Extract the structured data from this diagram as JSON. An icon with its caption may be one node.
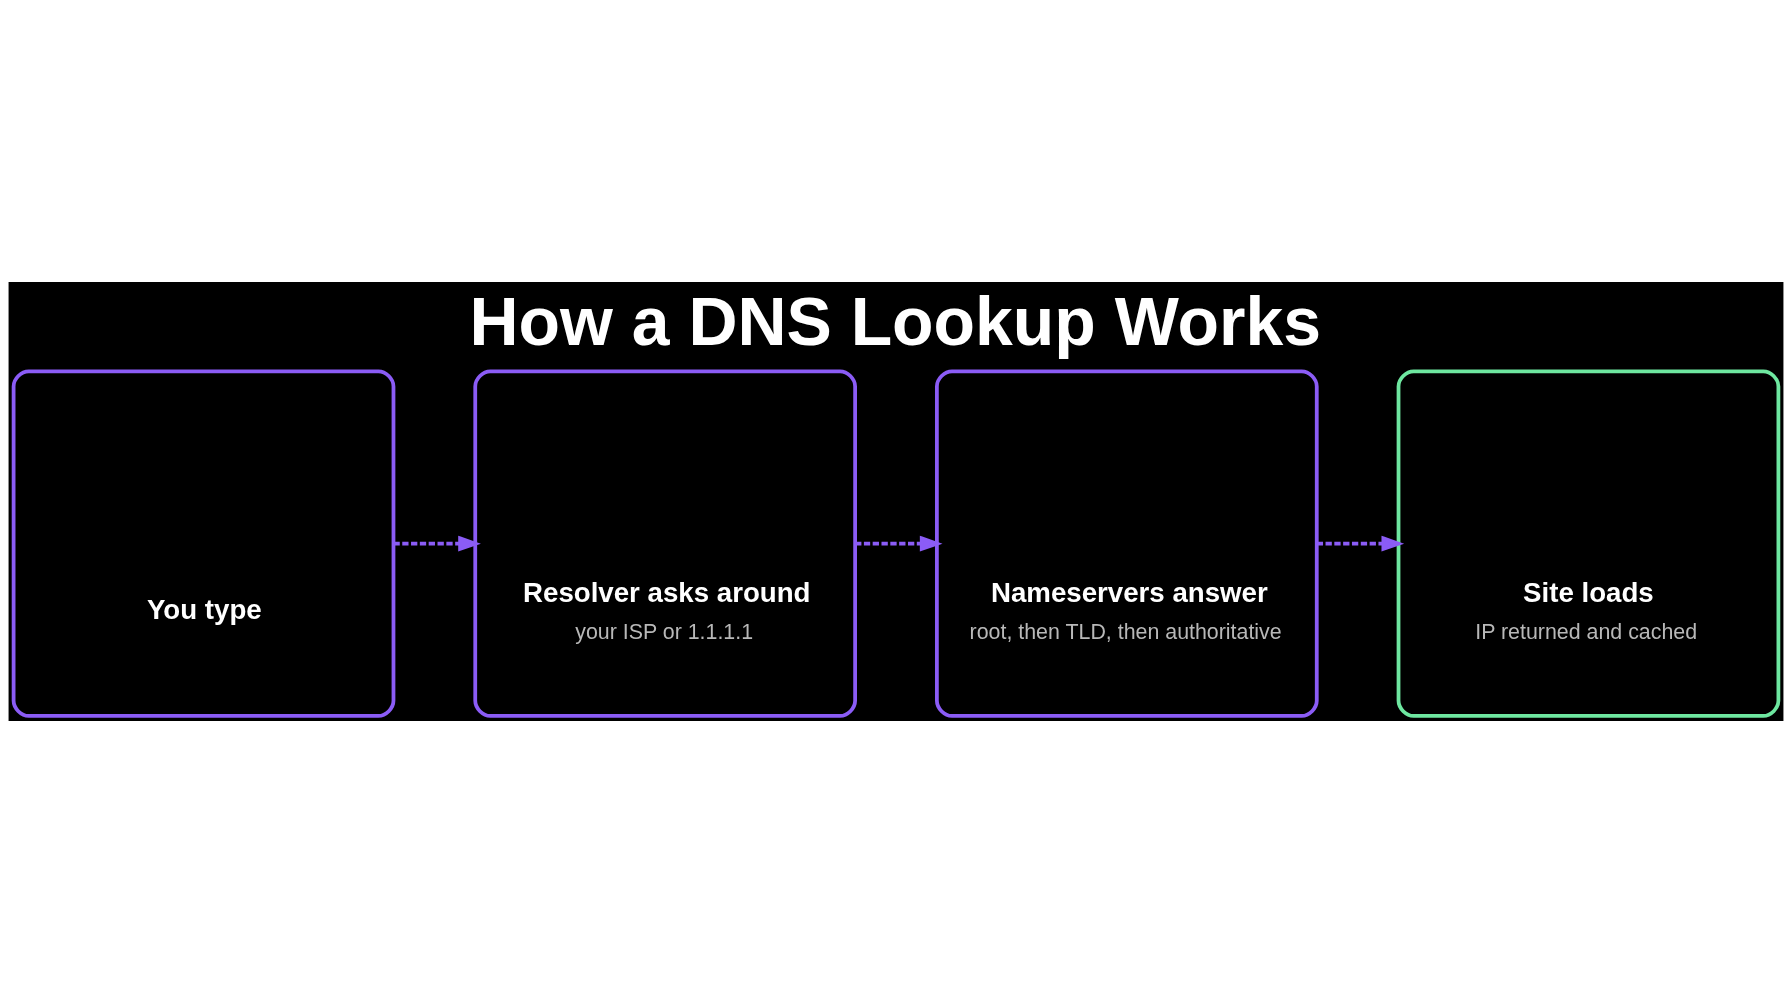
{
  "diagram": {
    "title": "How a DNS Lookup Works",
    "nodes": [
      {
        "text": [
          "You type"
        ]
      },
      {
        "text": [
          "Resolver asks around",
          "your ISP or 1.1.1.1"
        ]
      },
      {
        "text": [
          "Nameservers answer",
          "root, then TLD, then authoritative"
        ]
      },
      {
        "text": [
          "Site loads",
          "IP returned and cached"
        ]
      }
    ],
    "edges": [
      {
        "from": 0,
        "to": 1,
        "arrow": "to",
        "style": "dashed"
      },
      {
        "from": 1,
        "to": 2,
        "arrow": "to",
        "style": "dashed"
      },
      {
        "from": 2,
        "to": 3,
        "arrow": "to",
        "style": "dashed"
      }
    ]
  }
}
